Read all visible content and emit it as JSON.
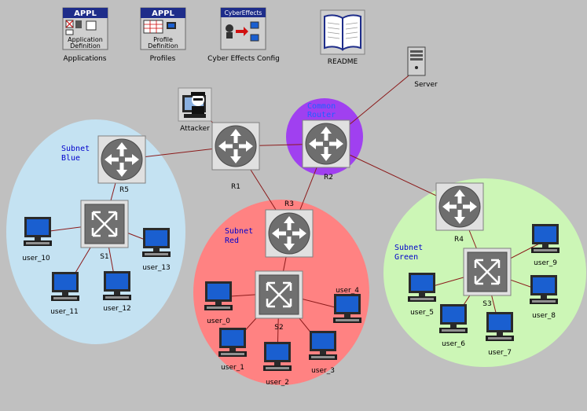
{
  "toolbar": [
    {
      "id": "applications",
      "badge": "APPL",
      "inner": "Application Definition",
      "caption": "Applications"
    },
    {
      "id": "profiles",
      "badge": "APPL",
      "inner": "Profile Definition",
      "caption": "Profiles"
    },
    {
      "id": "cyber",
      "badge": "CyberEffects",
      "caption": "Cyber Effects Config"
    },
    {
      "id": "readme",
      "caption": "README"
    }
  ],
  "subnets": {
    "blue": {
      "line1": "Subnet",
      "line2": "Blue",
      "color": "#c4e2f2",
      "text": "#0000cc"
    },
    "red": {
      "line1": "Subnet",
      "line2": "Red",
      "color": "#ff8282",
      "text": "#0000cc"
    },
    "green": {
      "line1": "Subnet",
      "line2": "Green",
      "color": "#ccf6b6",
      "text": "#0000cc"
    },
    "common": {
      "line1": "Common",
      "line2": "Router",
      "color": "#a040f0",
      "text": "#2060ff"
    }
  },
  "nodes": {
    "server": "Server",
    "attacker": "Attacker",
    "R1": "R1",
    "R2": "R2",
    "R3": "R3",
    "R4": "R4",
    "R5": "R5",
    "S1": "S1",
    "S2": "S2",
    "S3": "S3",
    "user_0": "user_0",
    "user_1": "user_1",
    "user_2": "user_2",
    "user_3": "user_3",
    "user_4": "user_4",
    "user_5": "user_5",
    "user_6": "user_6",
    "user_7": "user_7",
    "user_8": "user_8",
    "user_9": "user_9",
    "user_10": "user_10",
    "user_11": "user_11",
    "user_12": "user_12",
    "user_13": "user_13"
  },
  "colors": {
    "background": "#c0c0c0",
    "link": "#8b1a1a",
    "device": "#808080",
    "screen": "#1a5fd0"
  }
}
